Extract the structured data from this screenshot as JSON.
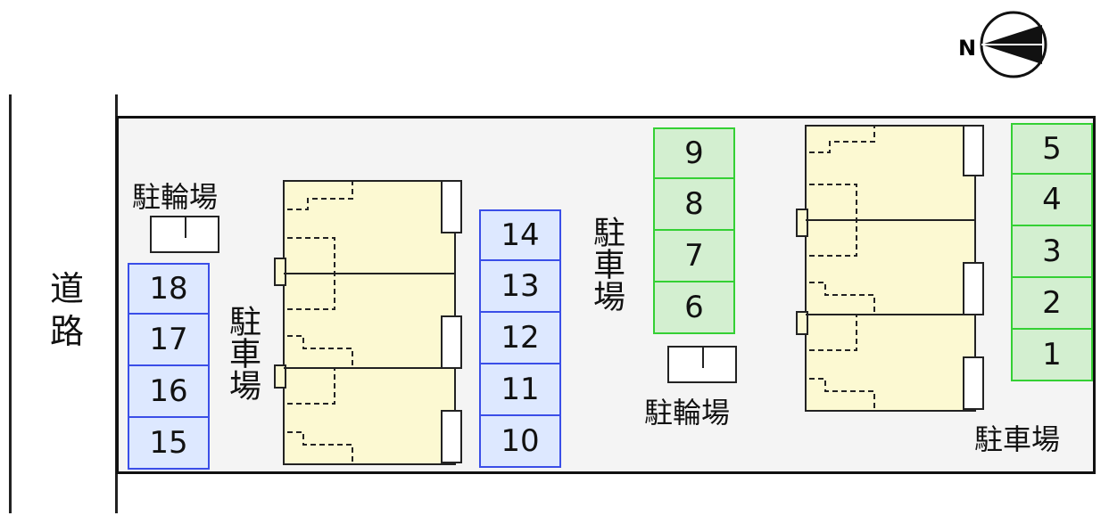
{
  "compass": {
    "label": "N"
  },
  "road": {
    "label": "道路"
  },
  "labels": {
    "bike_parking_left": "駐輪場",
    "bike_parking_center": "駐輪場",
    "parking_left": "駐車場",
    "parking_center": "駐車場",
    "parking_right": "駐車場"
  },
  "spaces": {
    "left": [
      "18",
      "17",
      "16",
      "15"
    ],
    "middle": [
      "14",
      "13",
      "12",
      "11",
      "10"
    ],
    "center_green": [
      "9",
      "8",
      "7",
      "6"
    ],
    "right_green": [
      "5",
      "4",
      "3",
      "2",
      "1"
    ]
  },
  "colors": {
    "blue_fill": "#dde8ff",
    "blue_border": "#3a4ee8",
    "green_fill": "#d3efd0",
    "green_border": "#34d034",
    "building_fill": "#fcf9d2"
  }
}
